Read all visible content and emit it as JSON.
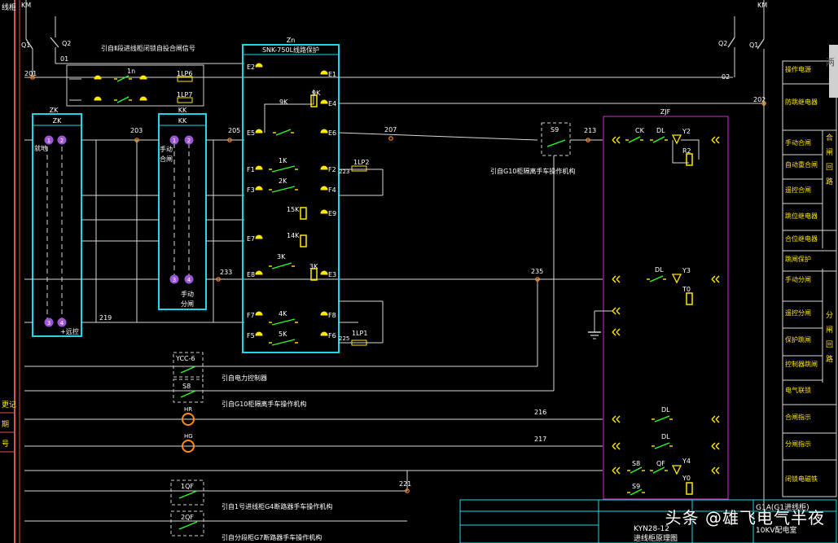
{
  "colors": {
    "wire": "#d8d8d8",
    "dash": "#cfcfcf",
    "cyan": "#1fd7e6",
    "magenta": "#d32ad0",
    "yellow": "#ffe800",
    "green": "#2aff2a",
    "red": "#ff2a2a",
    "orange": "#ff8c1a",
    "purple": "#9b57d6",
    "text": "#ffffff",
    "ytext": "#ffe800",
    "redbar": "#e05050"
  },
  "left_edge": {
    "top_label": "线柜",
    "rows": [
      "更记",
      "期",
      "号"
    ]
  },
  "top": {
    "q1_left": "Q1",
    "q2_left": "Q2",
    "q2_right": "Q2",
    "q1_right": "Q1",
    "k_left": "KM",
    "k_right": "KM",
    "wire_01": "01",
    "wire_02": "02",
    "wire_201": "201",
    "wire_202": "202",
    "tie_signal": "引自Ⅱ段进线柜闭锁自投合闸信号",
    "contact_1n": "1n",
    "lp6": "1LP6",
    "lp7": "1LP7"
  },
  "zk": {
    "title": "ZK",
    "header": "ZK",
    "t1": "1",
    "t2": "2",
    "t3": "3",
    "t4": "4",
    "label_auto": "就地",
    "label_man": "+远控"
  },
  "kk": {
    "title": "KK",
    "header": "KK",
    "t1": "1",
    "t2": "2",
    "t3": "3",
    "t4": "4",
    "label_close": "手动合闸",
    "label_open": "手动分闸"
  },
  "snk": {
    "title": "Zn",
    "header": "SNK-750L线路保护",
    "left_terminals": [
      "E2",
      "E5",
      "F1",
      "F3",
      "E7",
      "E8",
      "F7",
      "F5"
    ],
    "right_terminals": [
      "E1",
      "E4",
      "E6",
      "F2",
      "F4",
      "E9",
      "E3",
      "F8",
      "F6"
    ],
    "contacts": [
      "9K",
      "9K",
      "1K",
      "2K",
      "15K",
      "14K",
      "3K",
      "3K",
      "4K",
      "5K"
    ],
    "lp2": "1LP2",
    "lp1": "1LP1",
    "n223": "223",
    "n225": "225"
  },
  "nodes": {
    "n203": "203",
    "n205": "205",
    "n207": "207",
    "n213": "213",
    "n233": "233",
    "n235": "235",
    "n219": "219",
    "n216": "216",
    "n217": "217",
    "n221": "221"
  },
  "mid_left": {
    "ycc": "YCC-6",
    "ycc_desc": "引自电力控制器",
    "s8": "S8",
    "s8_desc": "引自G10柜隔离手车操作机构",
    "hr": "HR",
    "hg": "HG",
    "qf1": "1QF",
    "qf1_desc": "引自1号进线柜G4断路器手车操作机构",
    "qf2": "2QF",
    "qf2_desc": "引自分段柜G7断路器手车操作机构"
  },
  "s9": {
    "label": "S9",
    "desc": "引自G10柜隔离手车操作机构"
  },
  "zjf": {
    "title": "ZJF",
    "contacts": [
      "CK",
      "DL",
      "DL",
      "DL",
      "DL",
      "S8",
      "QF",
      "S9"
    ],
    "coils": [
      "Y2",
      "Y3",
      "Y4"
    ],
    "resistors": [
      "R2",
      "T0",
      "Y0"
    ]
  },
  "right_table": {
    "rows": [
      "操作电源",
      "防跳继电器",
      "手动合闸",
      "自动重合闸",
      "遥控合闸",
      "跳位继电器",
      "合位继电器",
      "跳闸保护",
      "手动分闸",
      "遥控分闸",
      "保护跳闸",
      "控制器跳闸",
      "电气联锁",
      "合闸指示",
      "分闸指示",
      "闭锁电磁铁"
    ],
    "group_close": [
      "合",
      "闸",
      "回",
      "路"
    ],
    "group_open": [
      "分",
      "闸",
      "回",
      "路"
    ],
    "edge": "两"
  },
  "title_block": {
    "t1": "G1A(G1进线柜)",
    "t2": "KYN28-12",
    "t3": "进线柜原理图",
    "t4": "10KV配电室"
  },
  "watermark": "头条 @雄飞电气半夜"
}
